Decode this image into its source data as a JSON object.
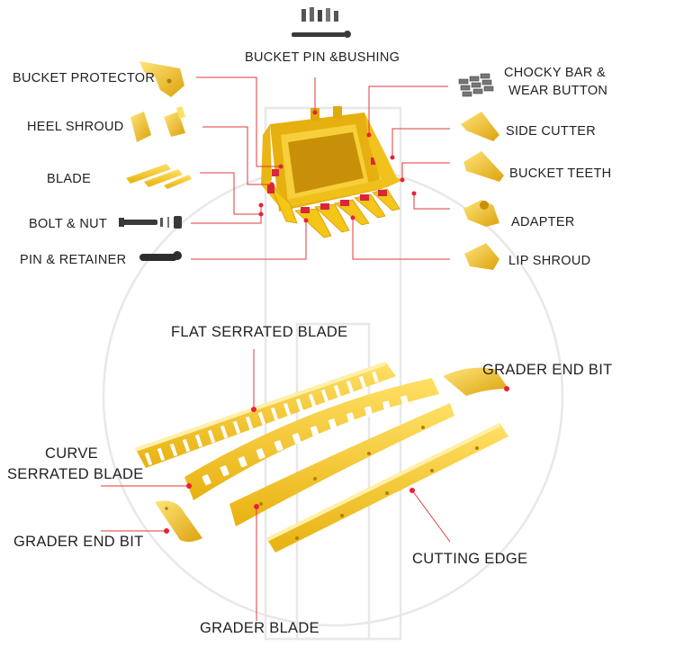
{
  "labels": {
    "bucket_pin_bushing": "BUCKET PIN &BUSHING",
    "bucket_protector": "BUCKET PROTECTOR",
    "heel_shroud": "HEEL SHROUD",
    "blade": "BLADE",
    "bolt_nut": "BOLT & NUT",
    "pin_retainer": "PIN & RETAINER",
    "chocky_bar_line1": "CHOCKY BAR &",
    "chocky_bar_line2": "WEAR BUTTON",
    "side_cutter": "SIDE CUTTER",
    "bucket_teeth": "BUCKET TEETH",
    "adapter": "ADAPTER",
    "lip_shroud": "LIP SHROUD",
    "flat_serrated_blade": "FLAT SERRATED BLADE",
    "grader_end_bit_top": "GRADER END BIT",
    "curve_serrated_line1": "CURVE",
    "curve_serrated_line2": "SERRATED BLADE",
    "grader_end_bit_left": "GRADER END BIT",
    "cutting_edge": "CUTTING EDGE",
    "grader_blade": "GRADER BLADE"
  },
  "colors": {
    "part_yellow": "#f5c518",
    "part_shadow": "#d9a40f",
    "part_light": "#ffe066",
    "leader_red": "#e03a3a",
    "dot_red": "#e8203a",
    "steel_dark": "#3a3a3a",
    "watermark": "#e6e6e6"
  }
}
